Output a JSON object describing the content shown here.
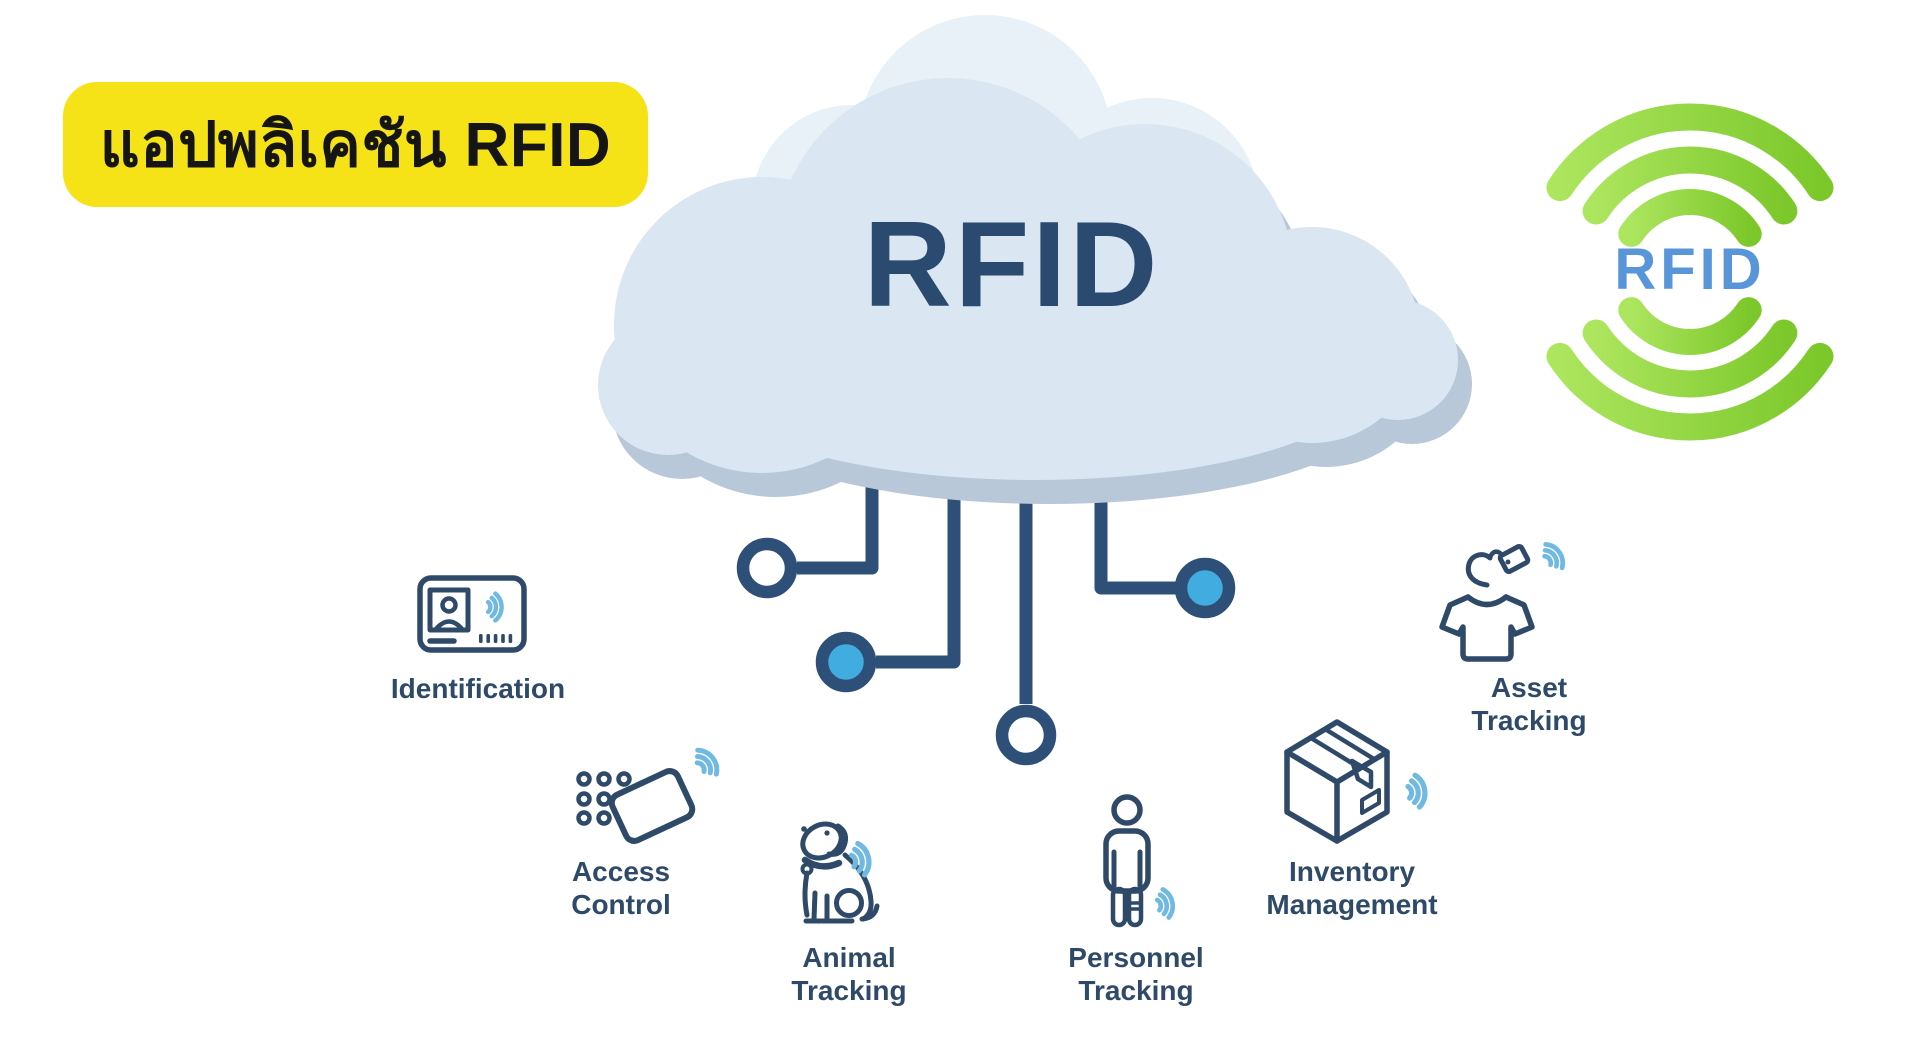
{
  "badge": {
    "label": "แอปพลิเคชัน RFID",
    "bg_color": "#F6E317",
    "text_color": "#151515"
  },
  "cloud": {
    "title": "RFID",
    "title_color": "#2B4A70",
    "body_color": "#DAE6F1",
    "highlight_color": "#E8F0F8",
    "shadow_color": "#B8C8D9"
  },
  "logo": {
    "text": "RFID",
    "text_color": "#5895D9",
    "arc_gradient_start": "#ACE55E",
    "arc_gradient_end": "#7CC82B",
    "icon": "rfid-signal-logo"
  },
  "connectors": {
    "line_color": "#2E5078",
    "node_blue_fill": "#41ACE0",
    "node_white_fill": "#FFFFFF",
    "nodes": [
      {
        "position": "left-upper",
        "fill": "white"
      },
      {
        "position": "left-lower",
        "fill": "blue"
      },
      {
        "position": "bottom-center",
        "fill": "white"
      },
      {
        "position": "right",
        "fill": "blue"
      }
    ]
  },
  "icons": {
    "stroke_color": "#2E4A68",
    "wave_color": "#6FB9E2"
  },
  "applications": [
    {
      "id": "identification",
      "icon": "id-card-icon",
      "lines": [
        "Identification"
      ]
    },
    {
      "id": "access-control",
      "icon": "keypad-card-icon",
      "lines": [
        "Access",
        "Control"
      ]
    },
    {
      "id": "animal-tracking",
      "icon": "dog-icon",
      "lines": [
        "Animal",
        "Tracking"
      ]
    },
    {
      "id": "personnel-tracking",
      "icon": "person-icon",
      "lines": [
        "Personnel",
        "Tracking"
      ]
    },
    {
      "id": "inventory-management",
      "icon": "box-icon",
      "lines": [
        "Inventory",
        "Management"
      ]
    },
    {
      "id": "asset-tracking",
      "icon": "shirt-hanger-icon",
      "lines": [
        "Asset",
        "Tracking"
      ]
    }
  ]
}
